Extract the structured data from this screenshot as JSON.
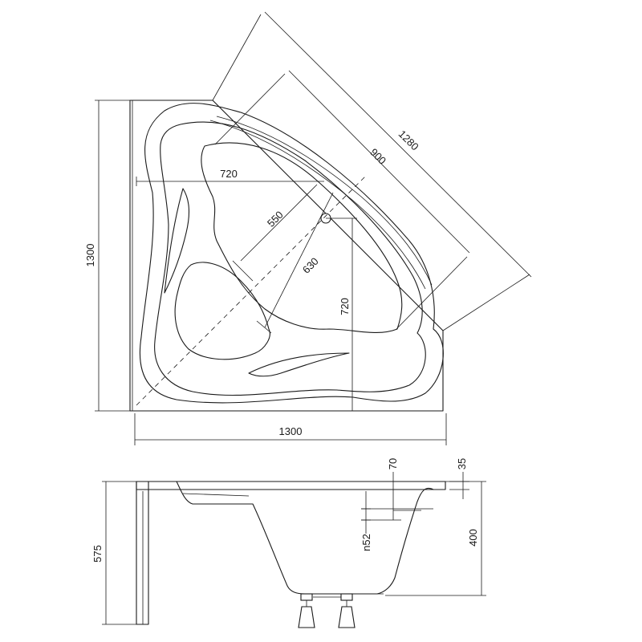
{
  "top_view": {
    "overall_width": "1300",
    "overall_depth": "1300",
    "diagonal_outer": "1280",
    "diagonal_inner": "900",
    "drain_offset_x": "720",
    "drain_offset_y": "720",
    "basin_width": "550",
    "basin_length": "630"
  },
  "side_view": {
    "total_height": "575",
    "basin_height": "400",
    "rim_thickness": "35",
    "overflow_offset": "70",
    "overflow_diameter": "n52"
  }
}
